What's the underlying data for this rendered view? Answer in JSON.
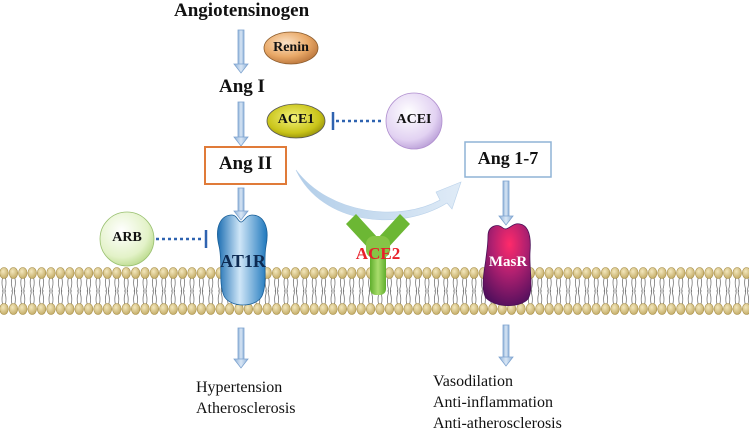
{
  "nodes": {
    "angiotensinogen": "Angiotensinogen",
    "ang1": "Ang I",
    "ang2": "Ang II",
    "ang17": "Ang 1-7"
  },
  "enzymes": {
    "renin": "Renin",
    "ace1": "ACE1",
    "acei": "ACEI",
    "arb": "ARB"
  },
  "receptors": {
    "at1r": "AT1R",
    "ace2": "ACE2",
    "masr": "MasR"
  },
  "outcomes": {
    "at1r": [
      "Hypertension",
      "Atherosclerosis"
    ],
    "masr": [
      "Vasodilation",
      "Anti-inflammation",
      "Anti-atherosclerosis"
    ]
  },
  "colors": {
    "ang2_box": "#e07b39",
    "ang17_box": "#8fb3d6",
    "ace2_label": "#e8202a",
    "masr_body": "#8a1d7a",
    "at1r_body": "#2f87c9",
    "ace2_body": "#86c546",
    "membrane_head": "#d8c48a",
    "inhibitor_line": "#2f63b0",
    "arrow": "#9fbfe0"
  }
}
